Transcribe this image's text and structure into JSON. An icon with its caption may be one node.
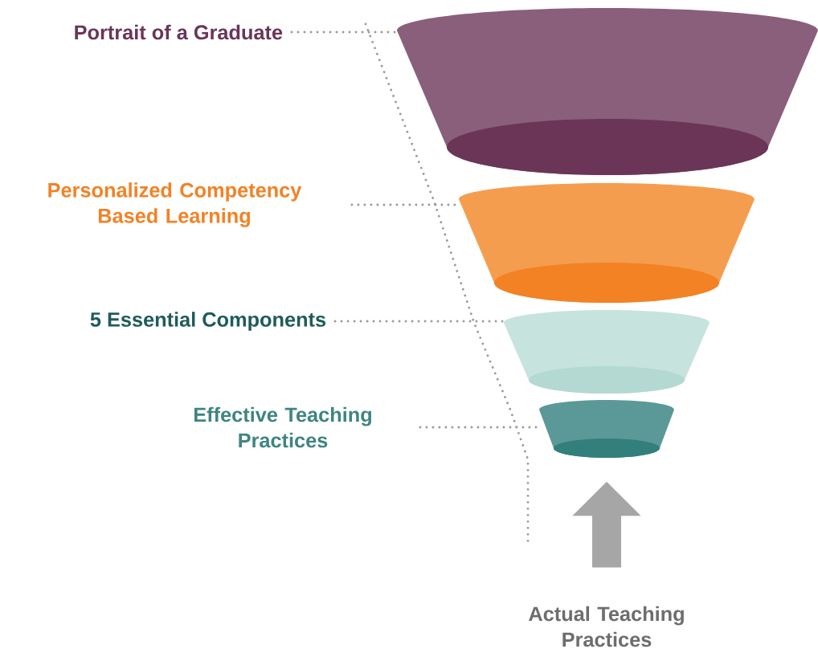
{
  "diagram": {
    "nodes": [
      {
        "text": [
          "Portrait of a Graduate"
        ]
      },
      {
        "text": [],
        "shape": "cone"
      },
      {
        "text": [
          "Personalized Competency Based Learning"
        ]
      },
      {
        "text": [],
        "shape": "cone"
      },
      {
        "text": [
          "5 Essential Components"
        ]
      },
      {
        "text": [],
        "shape": "cone"
      },
      {
        "text": [
          "Effective Teaching Practices"
        ]
      },
      {
        "text": [],
        "shape": "cone"
      },
      {
        "text": [
          "Actual Teaching Practices"
        ]
      }
    ],
    "edges": [
      {
        "from": 0,
        "to": 1,
        "arrow": "none",
        "style": "dashed"
      },
      {
        "from": 2,
        "to": 3,
        "arrow": "none",
        "style": "dashed"
      },
      {
        "from": 4,
        "to": 5,
        "arrow": "none",
        "style": "dashed"
      },
      {
        "from": 6,
        "to": 7,
        "arrow": "none",
        "style": "dashed"
      },
      {
        "from": 8,
        "to": 7,
        "arrow": "to",
        "style": "thick",
        "color": "#a6a6a6"
      }
    ]
  }
}
